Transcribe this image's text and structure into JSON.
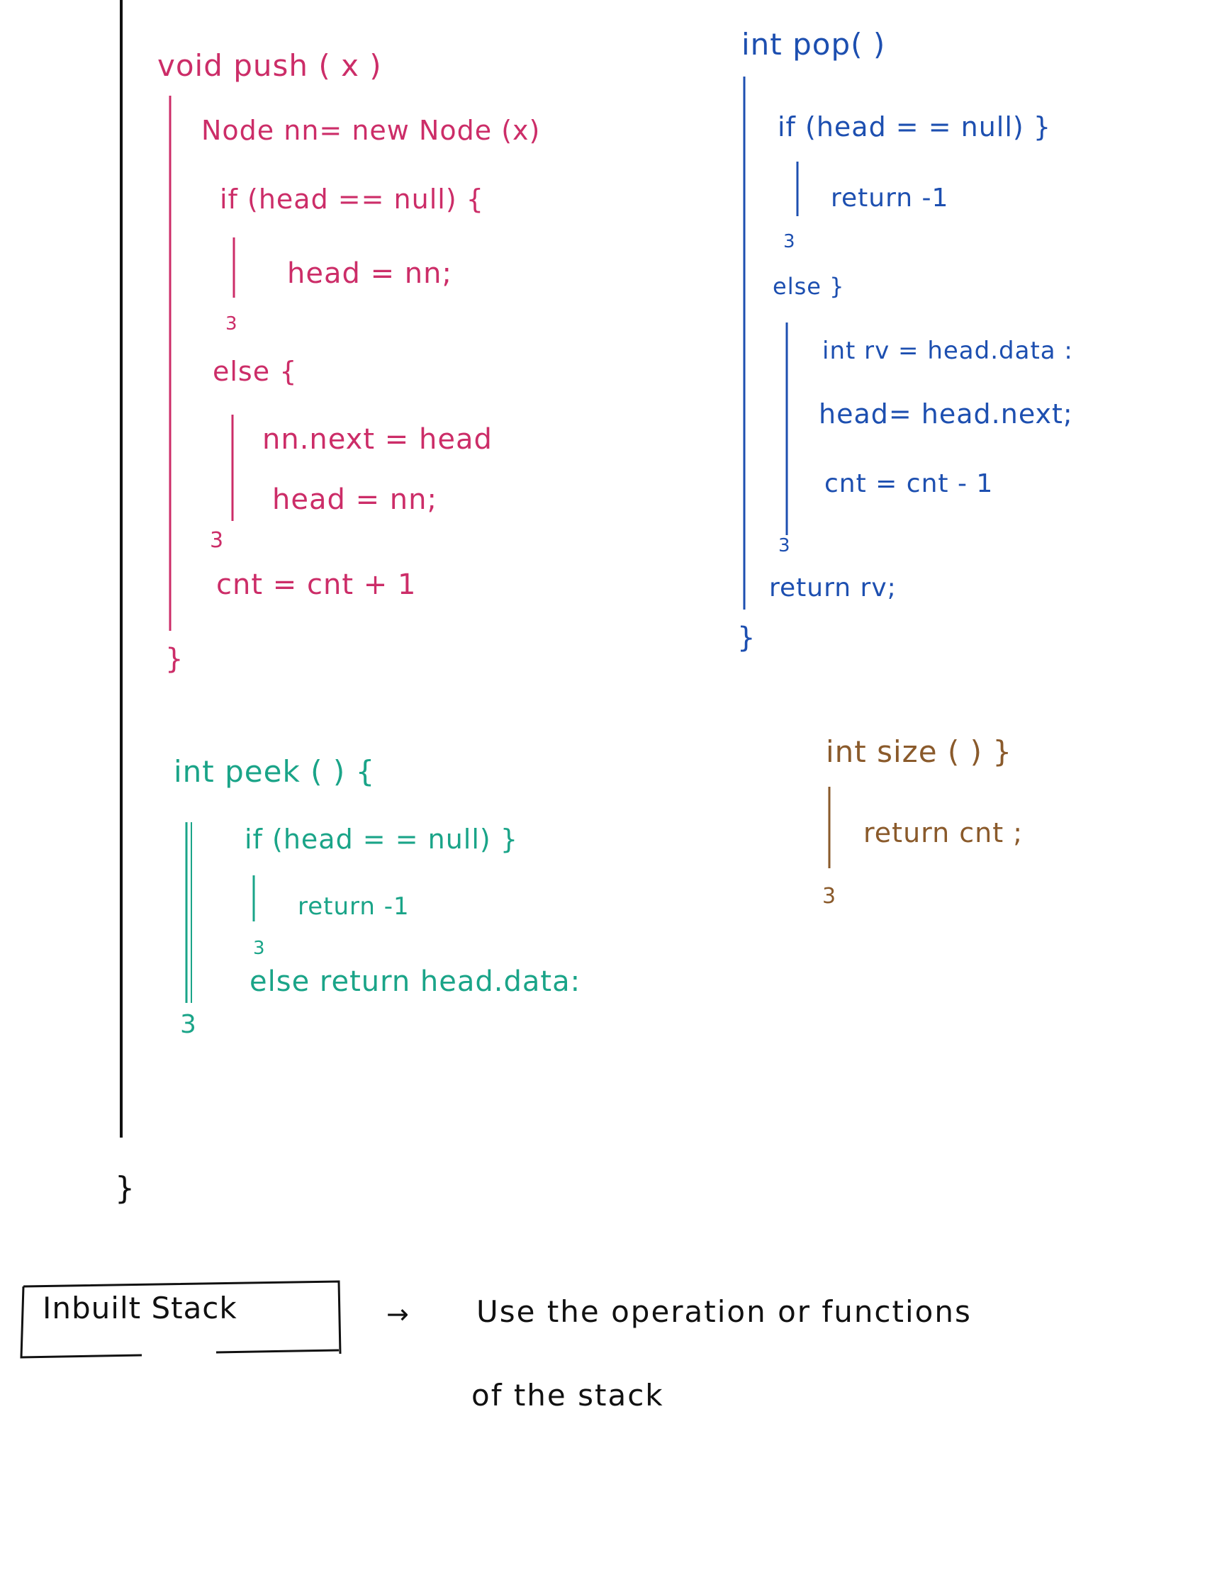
{
  "push": {
    "color": "#cc2d68",
    "lines": [
      "void push ( x )",
      "Node nn= new Node (x)",
      "if (head == null) {",
      "head = nn;",
      "3",
      "else {",
      "nn.next = head",
      "head = nn;",
      "3",
      "cnt = cnt + 1",
      "}"
    ]
  },
  "pop": {
    "color": "#1d4fb0",
    "lines": [
      "int pop( )",
      "if (head = = null) }",
      "return -1",
      "3",
      "else }",
      "int rv = head.data :",
      "head= head.next;",
      "cnt = cnt - 1",
      "3",
      "return rv;",
      "}"
    ]
  },
  "peek": {
    "color": "#1aa488",
    "lines": [
      "int peek ( ) {",
      "if (head = = null) }",
      "return -1",
      "3",
      "else return head.data:",
      "3"
    ]
  },
  "size": {
    "color": "#8a5a2b",
    "lines": [
      "int size ( ) }",
      "return cnt ;",
      "3"
    ]
  },
  "outer": {
    "closing_brace": "}"
  },
  "notes": {
    "label": "Inbuilt Stack",
    "arrow": "→",
    "line1": "Use the operation or functions",
    "line2": "of the stack"
  }
}
